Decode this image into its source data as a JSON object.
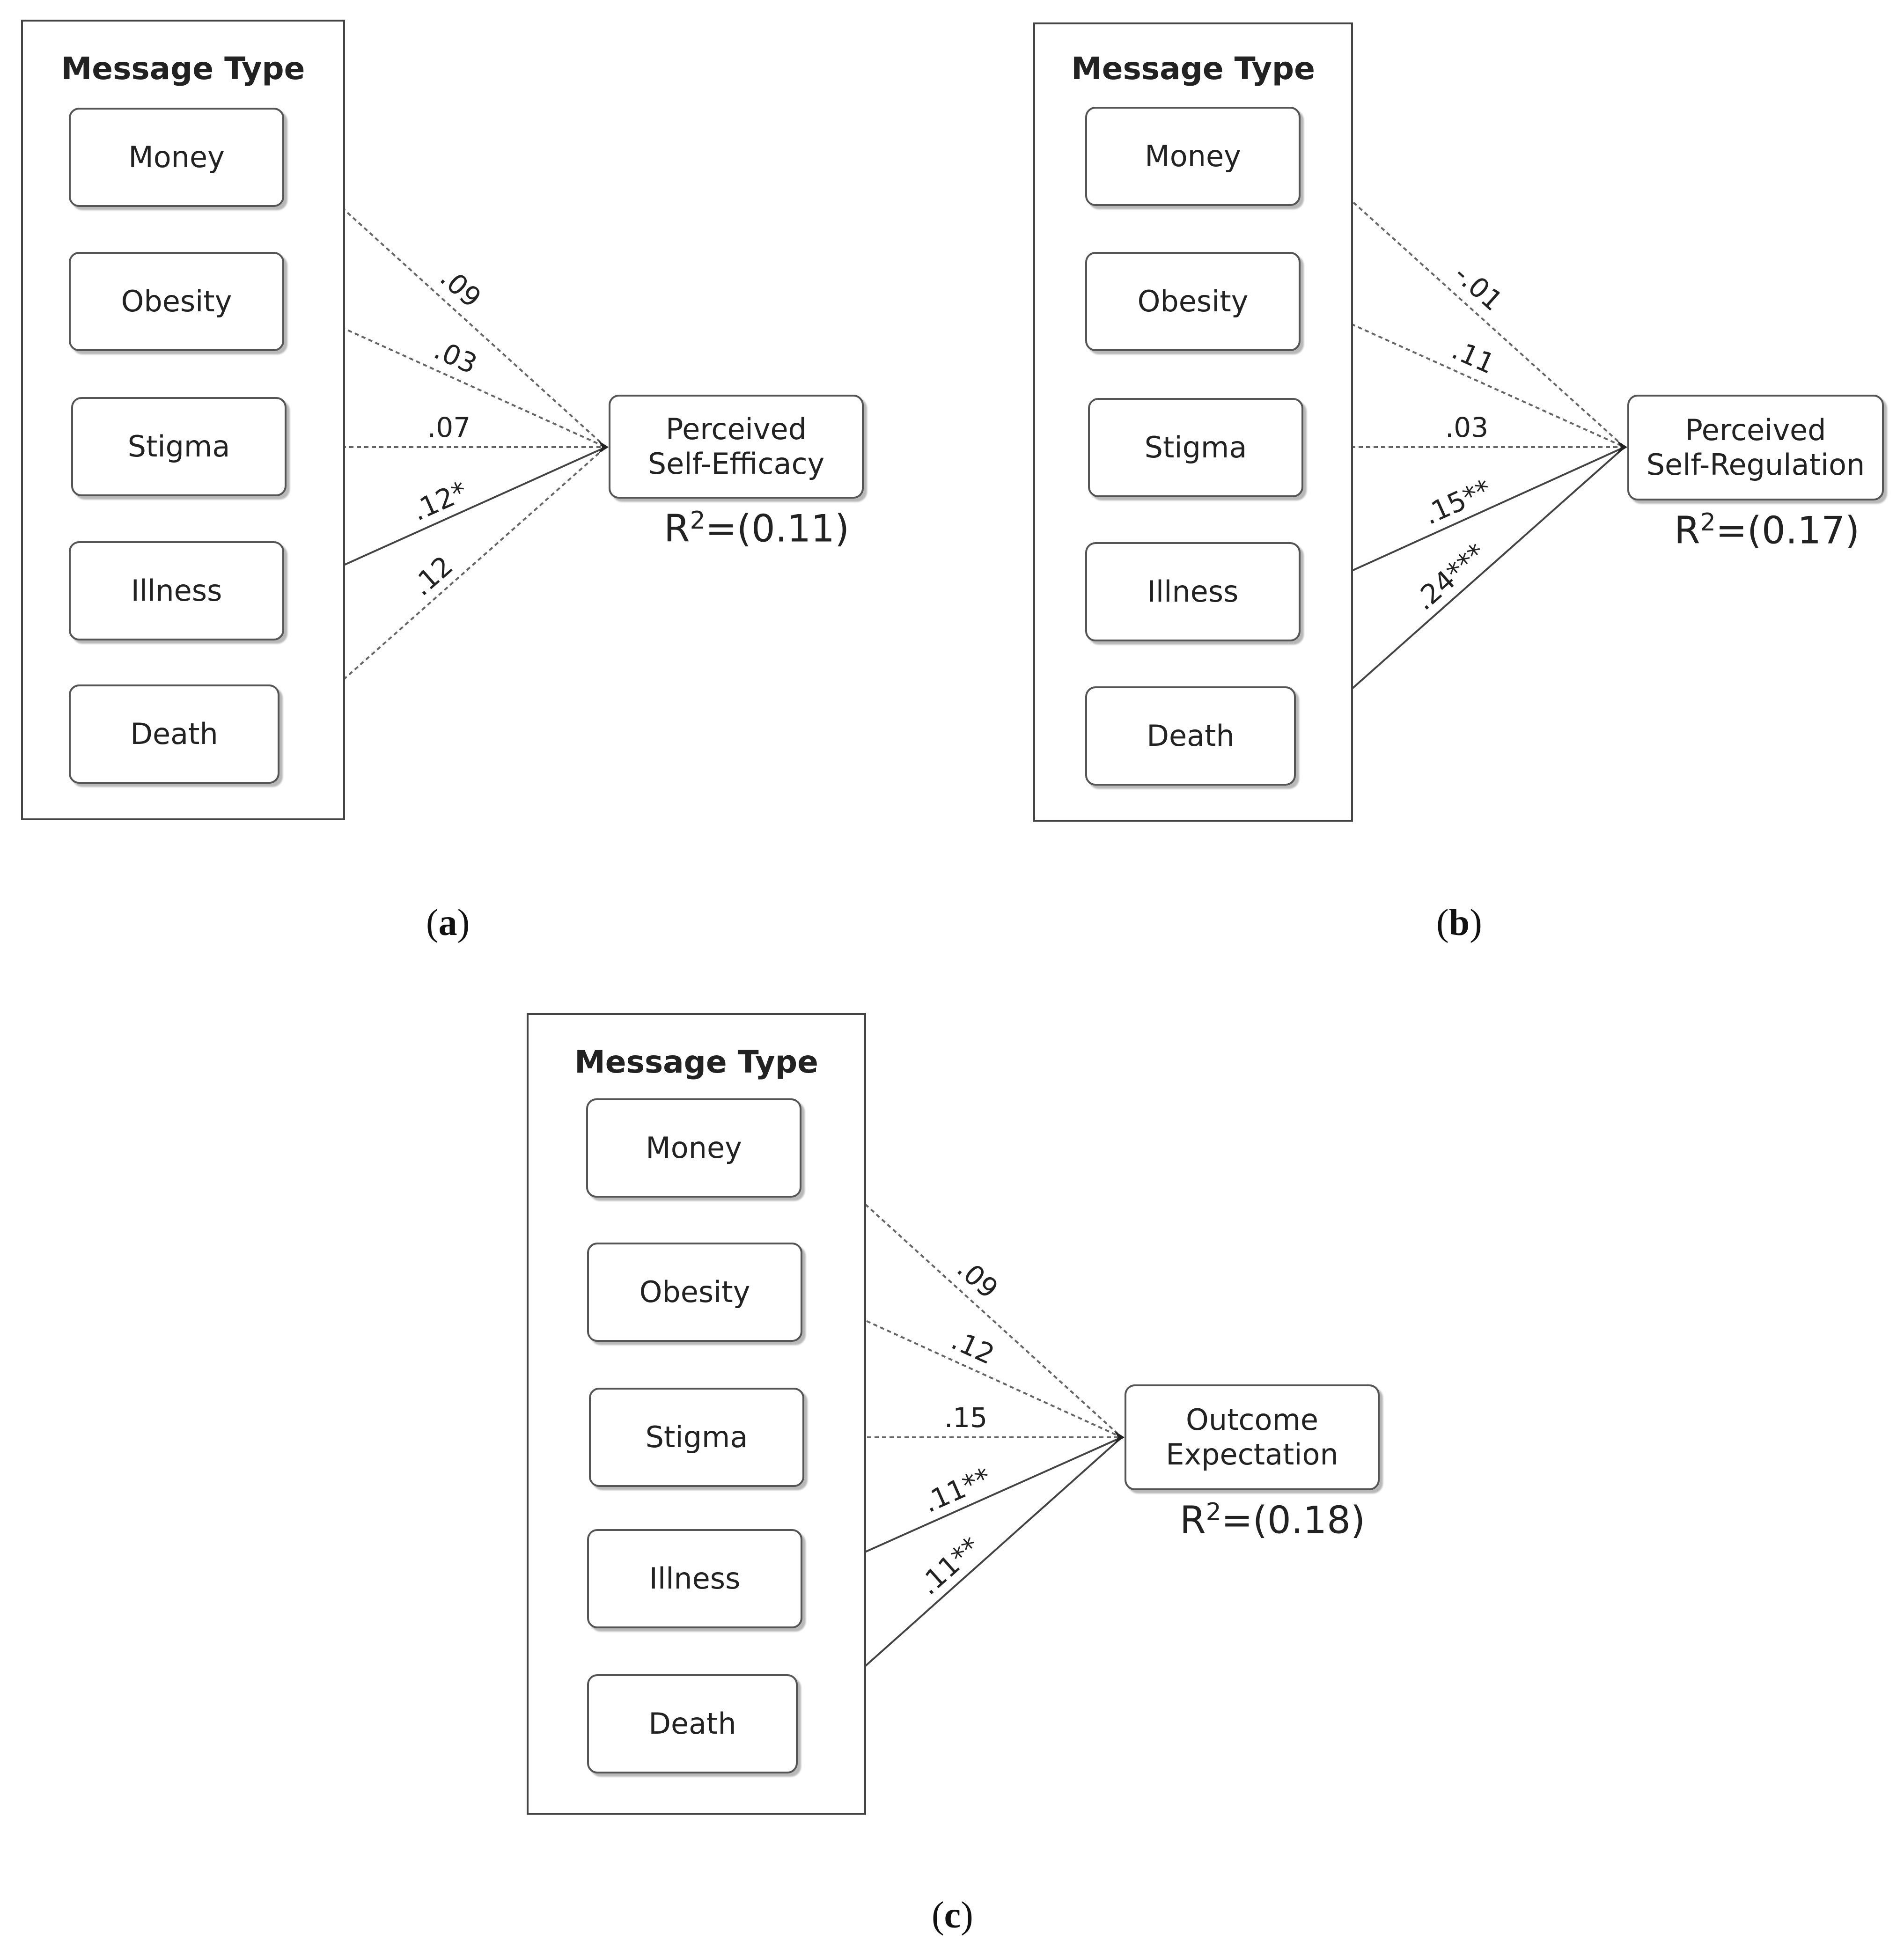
{
  "panels": [
    {
      "label": "a",
      "group_title": "Message Type",
      "sources": [
        "Money",
        "Obesity",
        "Stigma",
        "Illness",
        "Death"
      ],
      "target": [
        "Perceived",
        "Self-Efficacy"
      ],
      "r2": "(0.11)",
      "paths": [
        {
          "from": "Money",
          "coef": ".09",
          "significant": false
        },
        {
          "from": "Obesity",
          "coef": ".03",
          "significant": false
        },
        {
          "from": "Stigma",
          "coef": ".07",
          "significant": false
        },
        {
          "from": "Illness",
          "coef": ".12*",
          "significant": true
        },
        {
          "from": "Death",
          "coef": ".12",
          "significant": false
        }
      ]
    },
    {
      "label": "b",
      "group_title": "Message Type",
      "sources": [
        "Money",
        "Obesity",
        "Stigma",
        "Illness",
        "Death"
      ],
      "target": [
        "Perceived",
        "Self-Regulation"
      ],
      "r2": "(0.17)",
      "paths": [
        {
          "from": "Money",
          "coef": "-.01",
          "significant": false
        },
        {
          "from": "Obesity",
          "coef": ".11",
          "significant": false
        },
        {
          "from": "Stigma",
          "coef": ".03",
          "significant": false
        },
        {
          "from": "Illness",
          "coef": ".15**",
          "significant": true
        },
        {
          "from": "Death",
          "coef": ".24***",
          "significant": true
        }
      ]
    },
    {
      "label": "c",
      "group_title": "Message Type",
      "sources": [
        "Money",
        "Obesity",
        "Stigma",
        "Illness",
        "Death"
      ],
      "target": [
        "Outcome",
        "Expectation"
      ],
      "r2": "(0.18)",
      "paths": [
        {
          "from": "Money",
          "coef": ".09",
          "significant": false
        },
        {
          "from": "Obesity",
          "coef": ".12",
          "significant": false
        },
        {
          "from": "Stigma",
          "coef": ".15",
          "significant": false
        },
        {
          "from": "Illness",
          "coef": ".11**",
          "significant": true
        },
        {
          "from": "Death",
          "coef": ".11**",
          "significant": true
        }
      ]
    }
  ],
  "r2_prefix": "R",
  "r2_exponent": "2",
  "r2_equals": "=",
  "colors": {
    "line": "#444444",
    "dashed_line": "#666666",
    "border": "#555555",
    "text": "#222222"
  }
}
